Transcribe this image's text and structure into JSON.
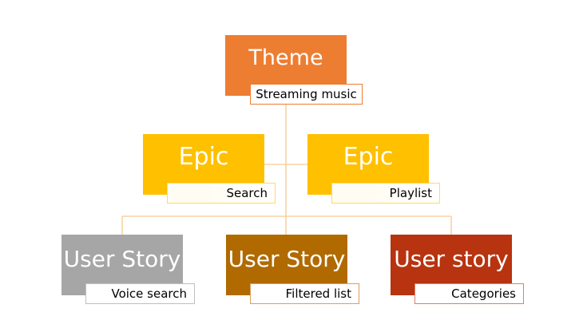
{
  "colors": {
    "theme": "#ed7d31",
    "epic": "#ffc000",
    "story_grey": "#a6a6a6",
    "story_brown": "#b06a00",
    "story_red": "#b8330f",
    "connector": "#f8c98e"
  },
  "theme": {
    "title": "Theme",
    "label": "Streaming music"
  },
  "epics": [
    {
      "title": "Epic",
      "label": "Search"
    },
    {
      "title": "Epic",
      "label": "Playlist"
    }
  ],
  "stories": [
    {
      "title": "User Story",
      "label": "Voice search"
    },
    {
      "title": "User Story",
      "label": "Filtered list"
    },
    {
      "title": "User story",
      "label": "Categories"
    }
  ]
}
